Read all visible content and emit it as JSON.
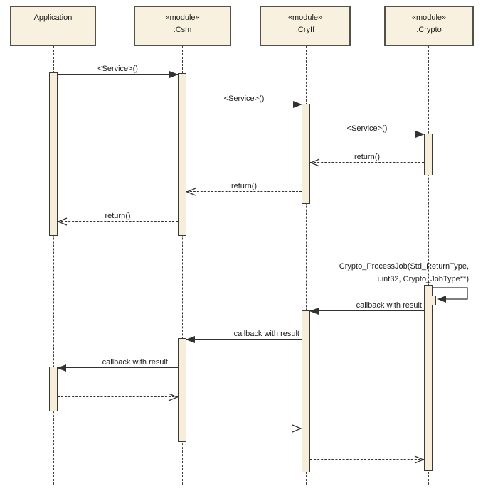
{
  "diagram_type": "uml-sequence-diagram",
  "participants": [
    {
      "stereotype": "",
      "name": "Application"
    },
    {
      "stereotype": "«module»",
      "name": ":Csm"
    },
    {
      "stereotype": "«module»",
      "name": ":CryIf"
    },
    {
      "stereotype": "«module»",
      "name": ":Crypto"
    }
  ],
  "messages": [
    {
      "label": "<Service>()",
      "from": "Application",
      "to": ":Csm",
      "type": "sync-call"
    },
    {
      "label": "<Service>()",
      "from": ":Csm",
      "to": ":CryIf",
      "type": "sync-call"
    },
    {
      "label": "<Service>()",
      "from": ":CryIf",
      "to": ":Crypto",
      "type": "sync-call"
    },
    {
      "label": "return()",
      "from": ":Crypto",
      "to": ":CryIf",
      "type": "return"
    },
    {
      "label": "return()",
      "from": ":CryIf",
      "to": ":Csm",
      "type": "return"
    },
    {
      "label": "return()",
      "from": ":Csm",
      "to": "Application",
      "type": "return"
    },
    {
      "label": "Crypto_ProcessJob(Std_ReturnType, uint32, Crypto_JobType**)",
      "line1": "Crypto_ProcessJob(Std_ReturnType,",
      "line2": "uint32, Crypto_JobType**)",
      "from": ":Crypto",
      "to": ":Crypto",
      "type": "self-call"
    },
    {
      "label": "callback with result",
      "from": ":Crypto",
      "to": ":CryIf",
      "type": "call"
    },
    {
      "label": "callback with result",
      "from": ":CryIf",
      "to": ":Csm",
      "type": "call"
    },
    {
      "label": "callback with result",
      "from": ":Csm",
      "to": "Application",
      "type": "call"
    },
    {
      "label": "",
      "from": "Application",
      "to": ":Csm",
      "type": "return"
    },
    {
      "label": "",
      "from": ":Csm",
      "to": ":CryIf",
      "type": "return"
    },
    {
      "label": "",
      "from": ":CryIf",
      "to": ":Crypto",
      "type": "return"
    }
  ],
  "colors": {
    "background": "#FFFFFF",
    "box_fill": "#F8F1DF",
    "box_border": "#54514A",
    "activation_fill": "#F6EEDB",
    "line": "#32322E",
    "text": "#1B1B19"
  }
}
